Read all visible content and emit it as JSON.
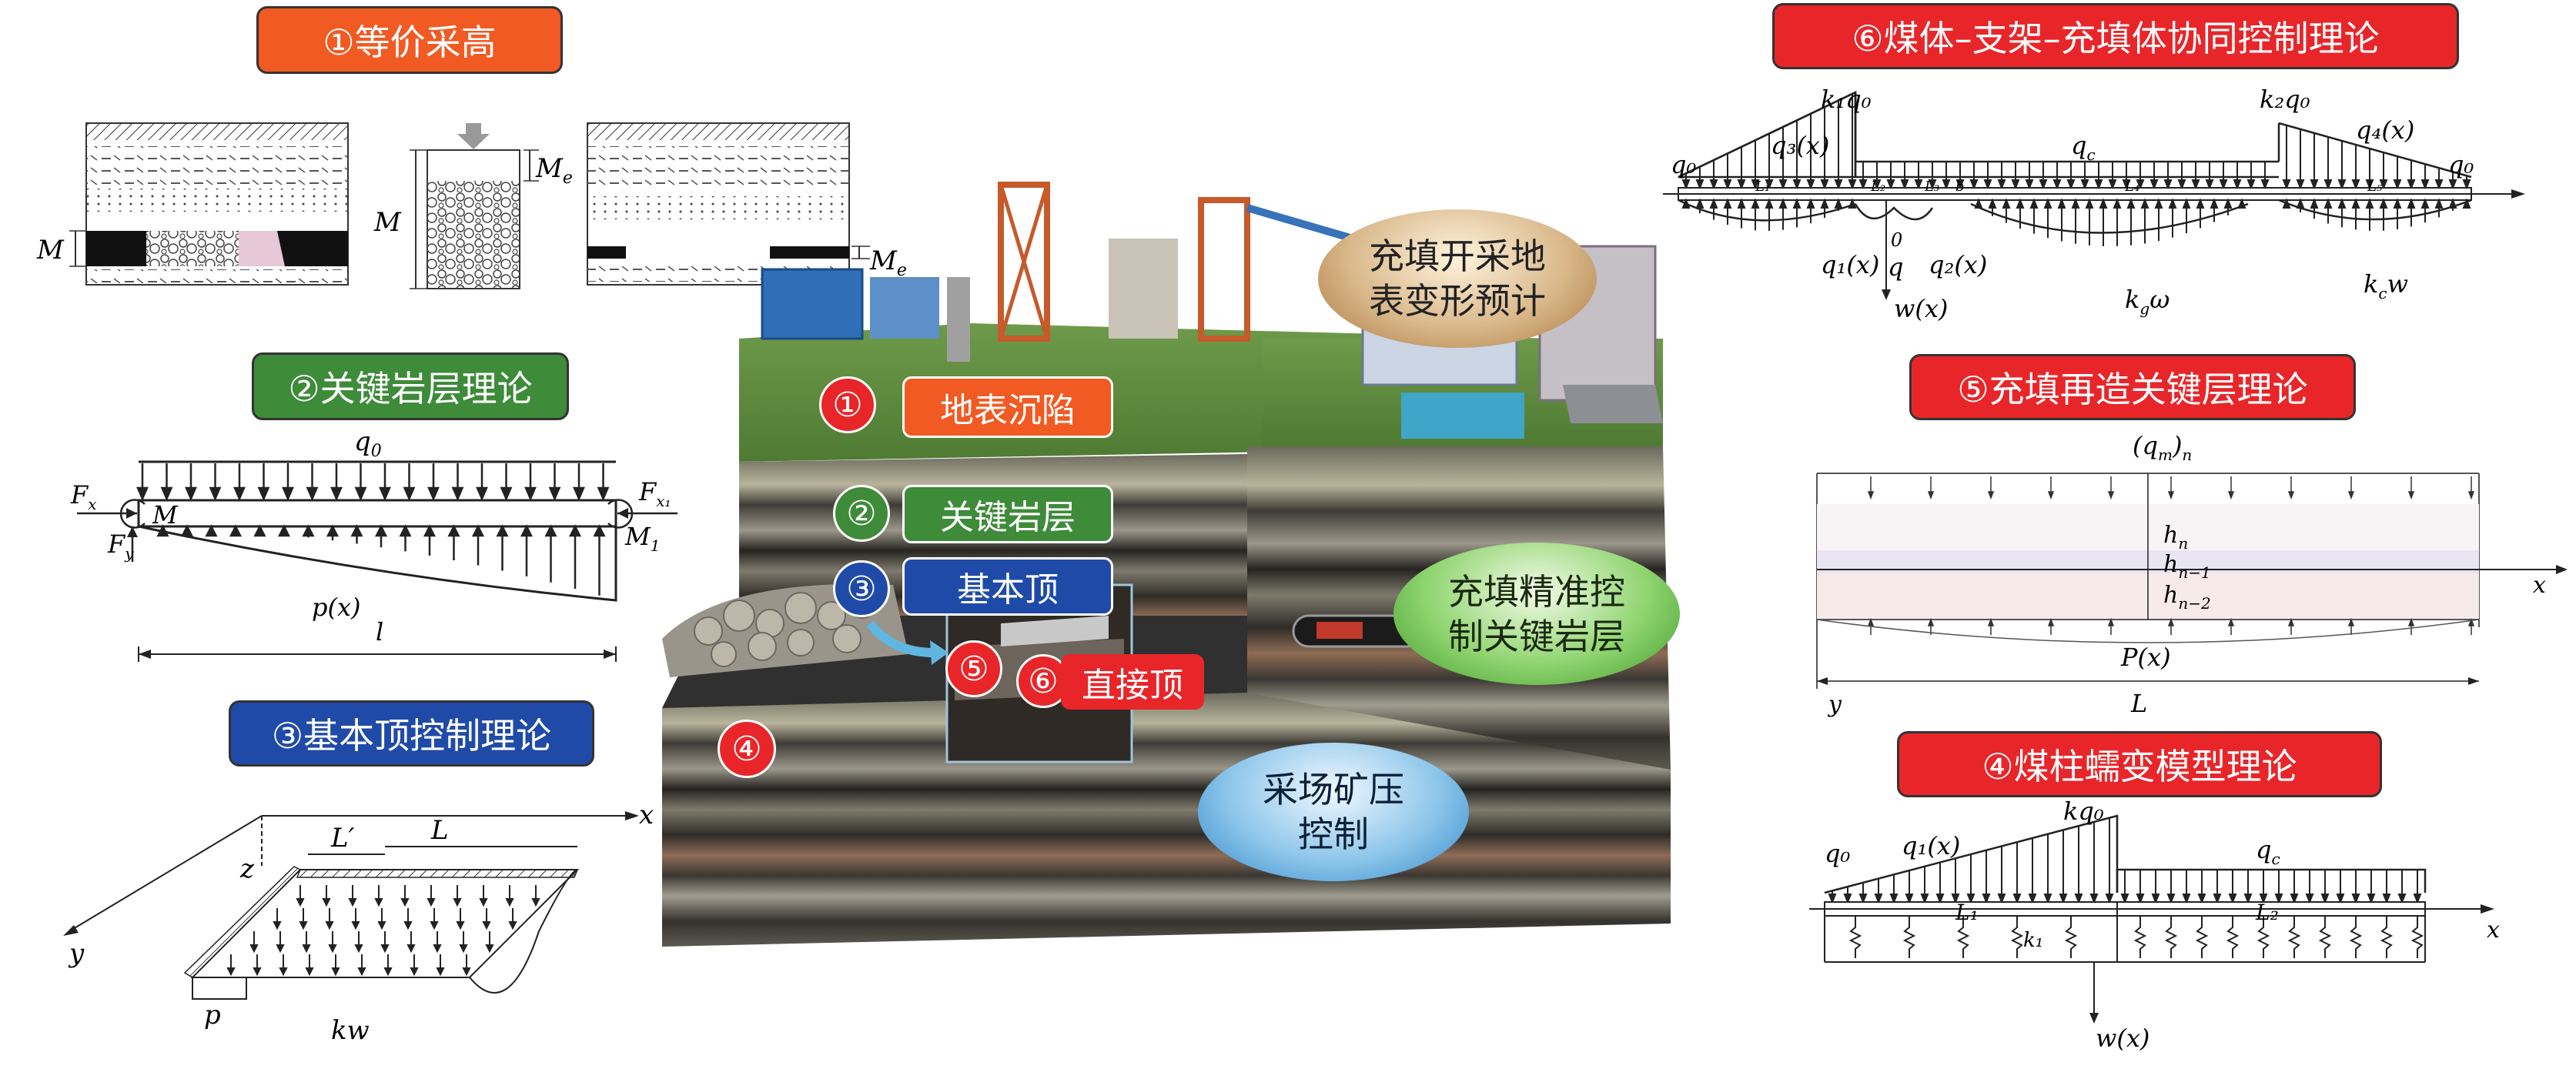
{
  "titles": {
    "t1": "①等价采高",
    "t2": "②关键岩层理论",
    "t3": "③基本顶控制理论",
    "t6": "⑥煤体–支架–充填体协同控制理论",
    "t5": "⑤充填再造关键层理论",
    "t4": "④煤柱蠕变模型理论"
  },
  "center_tags": {
    "c1_num": "①",
    "c1_label": "地表沉陷",
    "c2_num": "②",
    "c2_label": "关键岩层",
    "c3_num": "③",
    "c3_label": "基本顶",
    "c4_num": "④",
    "c5_num": "⑤",
    "c6_num": "⑥",
    "c6_label": "直接顶"
  },
  "bubbles": {
    "surface": "充填开采地\n表变形预计",
    "keylayer": "充填精准控\n制关键岩层",
    "pressure": "采场矿压\n控制"
  },
  "panel1": {
    "M": "M",
    "Me": "M",
    "Me_sub": "e"
  },
  "panel2": {
    "q0": "q",
    "q0_sub": "0",
    "Fx": "F",
    "Fx_sub": "x",
    "Fx1": "F",
    "Fx1_sub": "x₁",
    "Fy": "F",
    "Fy_sub": "y",
    "M": "M",
    "M1": "M",
    "M1_sub": "1",
    "px": "p(x)",
    "l": "l"
  },
  "panel3": {
    "x": "x",
    "y": "y",
    "z": "z",
    "Lp": "L′",
    "L": "L",
    "p": "p",
    "kw": "kw"
  },
  "panel6": {
    "k1q0": "k₁q₀",
    "q3": "q₃(x)",
    "k2q0": "k₂q₀",
    "q4": "q₄(x)",
    "q0l": "q₀",
    "q0r": "q₀",
    "qc": "q",
    "qc_sub": "c",
    "q1": "q₁(x)",
    "q": "q",
    "q2": "q₂(x)",
    "wx": "w(x)",
    "kgw": "k",
    "kgw_sub": "g",
    "kgw_tail": "ω",
    "kcw": "k",
    "kcw_sub": "c",
    "kcw_tail": "w",
    "L1": "L₁",
    "L2": "L₂",
    "L3": "L₃",
    "b": "b",
    "L4": "L₄",
    "L5": "L₅",
    "zero": "0"
  },
  "panel5": {
    "qm": "(q",
    "qm_sub": "m",
    "qm_tail": ")",
    "qm_n": "n",
    "hn": "h",
    "hn_sub": "n",
    "hn1": "h",
    "hn1_sub": "n−1",
    "hn2": "h",
    "hn2_sub": "n−2",
    "x": "x",
    "Px": "P(x)",
    "y": "y",
    "L": "L"
  },
  "panel4": {
    "q0": "q₀",
    "q1": "q₁(x)",
    "kq0": "kq₀",
    "qc": "q",
    "qc_sub": "c",
    "L1": "L₁",
    "L2": "L₂",
    "k1": "k₁",
    "x": "x",
    "wx": "w(x)"
  },
  "colors": {
    "orange": "#f15a22",
    "green": "#3e8b3a",
    "blue": "#1f4aa8",
    "red": "#e8262a"
  }
}
